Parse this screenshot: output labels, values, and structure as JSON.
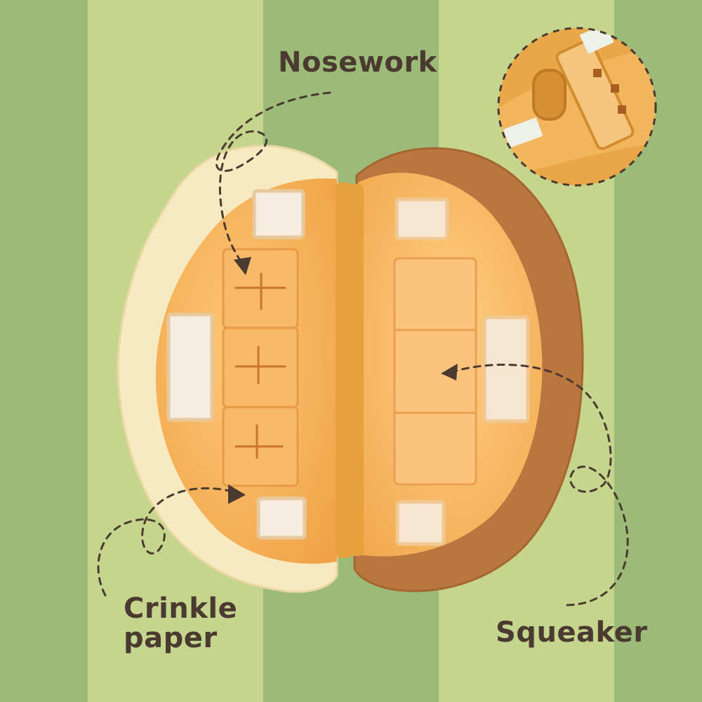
{
  "labels": {
    "nosework": "Nosework",
    "crinkle": "Crinkle paper",
    "squeaker": "Squeaker"
  },
  "icons": {
    "arrow": "dashed-arrow-icon",
    "inset": "closeup-inset-icon"
  },
  "colors": {
    "stripe_dark": "#9dbb78",
    "stripe_light": "#c5d58e",
    "text": "#4a3a30",
    "toy_orange": "#f6b45c",
    "toy_cream": "#f7e9c0",
    "toy_brown": "#b9773f"
  }
}
